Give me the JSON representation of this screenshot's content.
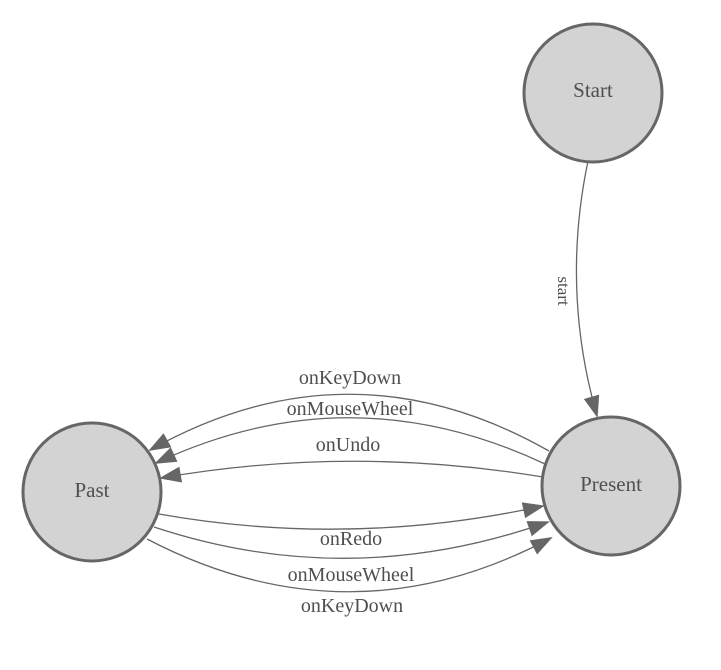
{
  "diagram": {
    "type": "state-machine",
    "colors": {
      "background": "#ffffff",
      "node_fill": "#d3d3d3",
      "node_stroke": "#666666",
      "edge_stroke": "#666666",
      "arrowhead_fill": "#666666",
      "label_text": "#4f4f4f"
    },
    "nodes": [
      {
        "id": "start",
        "label": "Start"
      },
      {
        "id": "present",
        "label": "Present"
      },
      {
        "id": "past",
        "label": "Past"
      }
    ],
    "edges": [
      {
        "from": "Start",
        "to": "Present",
        "label": "start"
      },
      {
        "from": "Present",
        "to": "Past",
        "label": "onKeyDown"
      },
      {
        "from": "Present",
        "to": "Past",
        "label": "onMouseWheel"
      },
      {
        "from": "Present",
        "to": "Past",
        "label": "onUndo"
      },
      {
        "from": "Past",
        "to": "Present",
        "label": "onRedo"
      },
      {
        "from": "Past",
        "to": "Present",
        "label": "onMouseWheel"
      },
      {
        "from": "Past",
        "to": "Present",
        "label": "onKeyDown"
      }
    ]
  }
}
